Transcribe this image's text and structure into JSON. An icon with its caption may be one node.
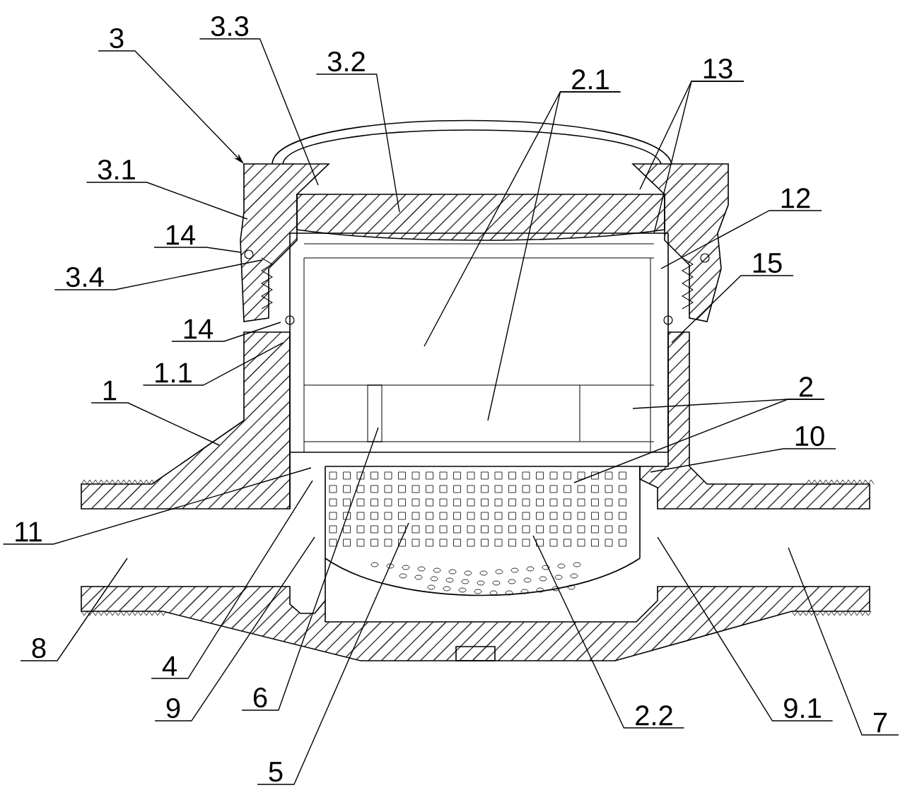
{
  "diagram": {
    "nodes": [
      {
        "text": [
          "3"
        ]
      },
      {
        "text": [
          "3.3"
        ]
      },
      {
        "text": [
          "3.2"
        ]
      },
      {
        "text": [
          "2.1"
        ]
      },
      {
        "text": [
          "13"
        ]
      },
      {
        "text": [
          "3.1"
        ]
      },
      {
        "text": [
          "12"
        ]
      },
      {
        "text": [
          "14"
        ]
      },
      {
        "text": [
          "3.4"
        ]
      },
      {
        "text": [
          "15"
        ]
      },
      {
        "text": [
          "14"
        ]
      },
      {
        "text": [
          "1.1"
        ]
      },
      {
        "text": [
          "1"
        ]
      },
      {
        "text": [
          "2"
        ]
      },
      {
        "text": [
          "10"
        ]
      },
      {
        "text": [
          "11"
        ]
      },
      {
        "text": [
          "4"
        ]
      },
      {
        "text": [
          "9"
        ]
      },
      {
        "text": [
          "6"
        ]
      },
      {
        "text": [
          "5"
        ]
      },
      {
        "text": [
          "2.2"
        ]
      },
      {
        "text": [
          "9.1"
        ]
      },
      {
        "text": [
          "7"
        ]
      },
      {
        "text": [
          "8"
        ]
      }
    ],
    "edges": [
      {
        "from": 0,
        "to": null,
        "arrow": "to"
      },
      {
        "from": 1,
        "to": null,
        "arrow": "none"
      },
      {
        "from": 2,
        "to": null,
        "arrow": "none"
      },
      {
        "from": 3,
        "to": null,
        "arrow": "none"
      },
      {
        "from": 3,
        "to": null,
        "arrow": "none"
      },
      {
        "from": 4,
        "to": null,
        "arrow": "none"
      },
      {
        "from": 4,
        "to": null,
        "arrow": "none"
      },
      {
        "from": 5,
        "to": null,
        "arrow": "none"
      },
      {
        "from": 6,
        "to": null,
        "arrow": "none"
      },
      {
        "from": 7,
        "to": null,
        "arrow": "none"
      },
      {
        "from": 8,
        "to": null,
        "arrow": "none"
      },
      {
        "from": 9,
        "to": null,
        "arrow": "none"
      },
      {
        "from": 10,
        "to": null,
        "arrow": "none"
      },
      {
        "from": 11,
        "to": null,
        "arrow": "none"
      },
      {
        "from": 12,
        "to": null,
        "arrow": "none"
      },
      {
        "from": 13,
        "to": null,
        "arrow": "none"
      },
      {
        "from": 13,
        "to": null,
        "arrow": "none"
      },
      {
        "from": 14,
        "to": null,
        "arrow": "none"
      },
      {
        "from": 15,
        "to": null,
        "arrow": "none"
      },
      {
        "from": 16,
        "to": null,
        "arrow": "none"
      },
      {
        "from": 17,
        "to": null,
        "arrow": "none"
      },
      {
        "from": 18,
        "to": null,
        "arrow": "none"
      },
      {
        "from": 19,
        "to": null,
        "arrow": "none"
      },
      {
        "from": 20,
        "to": null,
        "arrow": "none"
      },
      {
        "from": 21,
        "to": null,
        "arrow": "none"
      },
      {
        "from": 22,
        "to": null,
        "arrow": "none"
      },
      {
        "from": 23,
        "to": null,
        "arrow": "none"
      }
    ]
  }
}
